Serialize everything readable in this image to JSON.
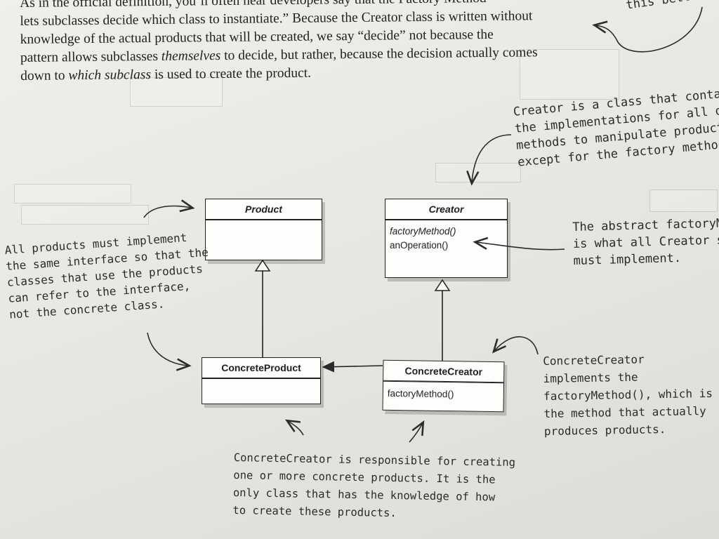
{
  "body_text": {
    "line1": "As in the official definition, you’ll often hear developers say that the Factory Method",
    "line2": "lets subclasses decide which class to instantiate.” Because the Creator class is written without",
    "line3": "knowledge of the actual products that will be created, we say “decide” not because the",
    "line4_a": "pattern allows subclasses ",
    "line4_em": "themselves",
    "line4_b": " to decide, but rather, because the decision actually comes",
    "line5_a": "down to ",
    "line5_em": "which subclass",
    "line5_b": " is used to create the product."
  },
  "corner_note": "this better",
  "uml": {
    "product": {
      "name": "Product"
    },
    "creator": {
      "name": "Creator",
      "op1": "factoryMethod()",
      "op2": "anOperation()"
    },
    "concrete_product": {
      "name": "ConcreteProduct"
    },
    "concrete_creator": {
      "name": "ConcreteCreator",
      "op1": "factoryMethod()"
    }
  },
  "notes": {
    "creator_note": "Creator is a class that contains\nthe implementations for all of t\nmethods to manipulate products,\nexcept for the factory method.",
    "abstract_note": "The abstract factoryM\nis what all Creator subc\nmust implement.",
    "products_note": "All products must implement\nthe same interface so that the\nclasses that use the products\ncan refer to the interface,\nnot the concrete class.",
    "concrete_creator_note": "ConcreteCreator\nimplements the\nfactoryMethod(), which is\nthe method that actually\nproduces products.",
    "responsible_note": "ConcreteCreator is responsible for creating\none or more concrete products. It is the\nonly class that has the knowledge of how\nto create these products."
  },
  "colors": {
    "ink": "#2b2b2b",
    "paper": "#f1efe9"
  }
}
